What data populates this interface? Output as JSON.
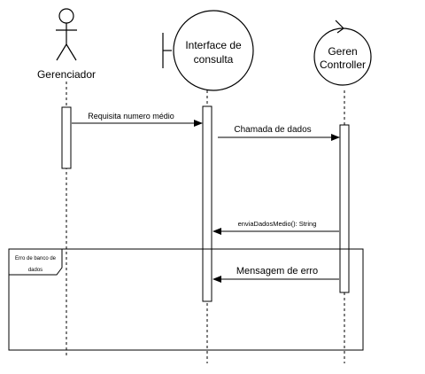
{
  "participants": {
    "actor": {
      "label": "Gerenciador",
      "icon": "actor-stick-figure-icon"
    },
    "boundary": {
      "label_line1": "Interface de",
      "label_line2": "consulta",
      "icon": "boundary-icon"
    },
    "control": {
      "label_line1": "Geren",
      "label_line2": "Controller",
      "icon": "control-icon"
    }
  },
  "messages": {
    "m1": "Requisita numero médio",
    "m2": "Chamada de dados",
    "m3": "enviaDadosMedio(): String",
    "m4": "Mensagem de erro"
  },
  "fragment": {
    "label_line1": "Erro de banco de",
    "label_line2": "dados"
  },
  "colors": {
    "line": "#000000",
    "background": "#ffffff"
  }
}
